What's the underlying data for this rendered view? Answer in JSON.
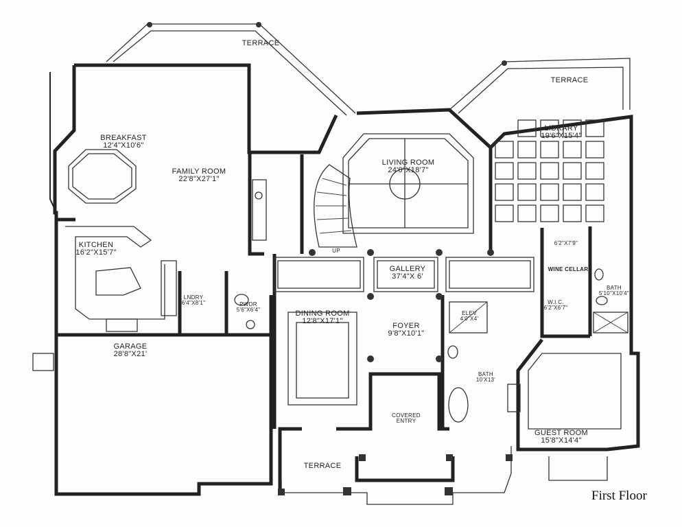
{
  "title": "First Floor",
  "rooms": {
    "terrace_top": {
      "name": "TERRACE"
    },
    "terrace_right": {
      "name": "TERRACE"
    },
    "terrace_bottom": {
      "name": "TERRACE"
    },
    "breakfast": {
      "name": "BREAKFAST",
      "size": "12'4\"X10'6\""
    },
    "family": {
      "name": "FAMILY ROOM",
      "size": "22'8\"X27'1\""
    },
    "kitchen": {
      "name": "KITCHEN",
      "size": "16'2\"X15'7\""
    },
    "living": {
      "name": "LIVING ROOM",
      "size": "24'0\"X18'7\""
    },
    "library": {
      "name": "LIBRARY",
      "size": "19'6\"X15'4\""
    },
    "gallery": {
      "name": "GALLERY",
      "size": "37'4\"X 6'"
    },
    "wine": {
      "name": "WINE CELLAR",
      "size": "6'2\"X7'9\""
    },
    "bath_master": {
      "name": "BATH",
      "size": "5'10\"X10'4\""
    },
    "wic": {
      "name": "W.I.C.",
      "size": "6'2\"X6'7\""
    },
    "elev": {
      "name": "ELEV",
      "size": "4'0\"X4'"
    },
    "laundry": {
      "name": "LNDRY",
      "size": "6'4\"X8'1\""
    },
    "powder": {
      "name": "PWDR",
      "size": "5'6\"X6'4\""
    },
    "dining": {
      "name": "DINING ROOM",
      "size": "12'8\"X17'1\""
    },
    "foyer": {
      "name": "FOYER",
      "size": "9'8\"X10'1\""
    },
    "garage": {
      "name": "GARAGE",
      "size": "28'8\"X21'"
    },
    "bath_guest": {
      "name": "BATH",
      "size": "10'X13'"
    },
    "guest": {
      "name": "GUEST ROOM",
      "size": "15'8\"X14'4\""
    },
    "covered_entry": {
      "name": "COVERED ENTRY"
    },
    "stairs": {
      "up": "UP"
    }
  }
}
